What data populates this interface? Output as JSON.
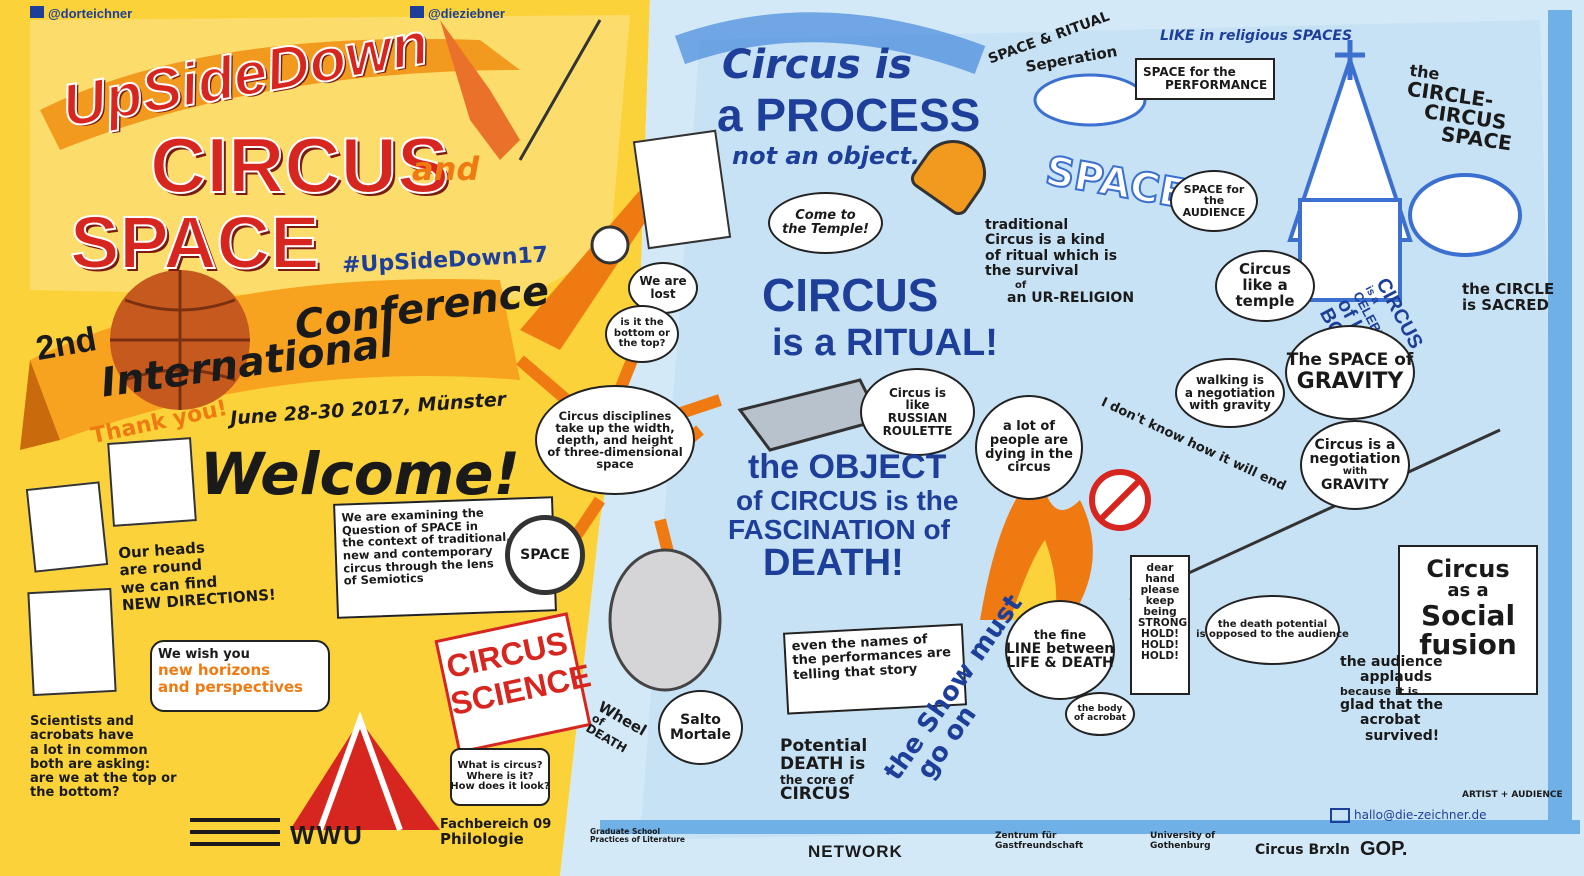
{
  "header": {
    "twitter_left": "@dorteichner",
    "twitter_right": "@dieziebner"
  },
  "title": {
    "line1": "UpSideDown",
    "line2": "CIRCUS",
    "and": "and",
    "line3": "SPACE",
    "hashtag": "#UpSideDown17",
    "edition": "2nd",
    "conf1": "International",
    "conf2": "Conference",
    "dates": "June 28-30 2017, Münster"
  },
  "welcome": {
    "thank_you": "Thank you!",
    "welcome": "Welcome!",
    "heads": [
      "Our heads",
      "are round",
      "we can find",
      "NEW DIRECTIONS!"
    ],
    "examining": [
      "We are examining the",
      "Question of SPACE in",
      "the context of traditional,",
      "new and contemporary",
      "circus through the lens",
      "of Semiotics"
    ],
    "horizons": [
      "We wish you",
      "new horizons",
      "and perspectives"
    ],
    "scientists": [
      "Scientists and",
      "acrobats have",
      "a lot in common",
      "both are asking:",
      "are we at the top or",
      "the bottom?"
    ],
    "circus_science": [
      "CIRCUS",
      "SCIENCE"
    ],
    "what_is": [
      "What is circus?",
      "Where is it?",
      "How does it look?"
    ]
  },
  "middle": {
    "we_are_lost": [
      "We are",
      "lost"
    ],
    "bottom_top": [
      "is it the",
      "bottom or",
      "the top?"
    ],
    "disciplines": [
      "Circus disciplines",
      "take up the width,",
      "depth, and height",
      "of three-dimensional",
      "space"
    ],
    "space_label": "SPACE",
    "wheel": [
      "Wheel",
      "of",
      "DEATH"
    ],
    "salto": [
      "Salto",
      "Mortale"
    ]
  },
  "process": {
    "l1": "Circus is",
    "l2": "a PROCESS",
    "l3": "not an object...",
    "temple": [
      "Come to",
      "the Temple!"
    ],
    "ritual1": "CIRCUS",
    "ritual2": "is a RITUAL!",
    "roulette": [
      "Circus is",
      "like",
      "RUSSIAN",
      "ROULETTE"
    ],
    "dying": [
      "a lot of",
      "people are",
      "dying in the",
      "circus"
    ],
    "object": [
      "the OBJECT",
      "of CIRCUS is the",
      "FASCINATION of",
      "DEATH!"
    ],
    "names": [
      "even the names of",
      "the performances are",
      "telling that story"
    ],
    "potential": [
      "Potential",
      "DEATH is",
      "the core of",
      "CIRCUS"
    ],
    "show": [
      "the Show must",
      "go on"
    ],
    "fine_line": [
      "the fine",
      "LINE between",
      "LIFE & DEATH"
    ],
    "dear_hand": [
      "dear",
      "hand",
      "please",
      "keep",
      "being",
      "STRONG",
      "HOLD!",
      "HOLD!",
      "HOLD!"
    ],
    "the_body": [
      "the body",
      "of acrobat"
    ]
  },
  "right": {
    "space_ritual": "SPACE & RITUAL",
    "separation": "Seperation",
    "religious": "LIKE in religious SPACES",
    "performance": [
      "SPACE for the",
      "PERFORMANCE"
    ],
    "space_big": "SPACE",
    "audience_space": [
      "SPACE for",
      "the",
      "AUDIENCE"
    ],
    "traditional": [
      "traditional",
      "Circus is a kind",
      "of ritual which is",
      "the survival",
      "of",
      "an UR-RELIGION"
    ],
    "temple_like": [
      "Circus",
      "like a",
      "temple"
    ],
    "circle": [
      "the",
      "CIRCLE-",
      "CIRCUS",
      "SPACE"
    ],
    "sacred": [
      "the CIRCLE",
      "is SACRED"
    ],
    "celebration": [
      "CIRCUS",
      "is a",
      "CELEBRATION",
      "of LIFE and",
      "BODY"
    ],
    "walking": [
      "walking is",
      "a negotiation",
      "with gravity"
    ],
    "gravity": [
      "The SPACE of",
      "GRAVITY"
    ],
    "dont_know": "I don't know how it will end",
    "negotiation": [
      "Circus is a",
      "negotiation",
      "with",
      "GRAVITY"
    ],
    "social": [
      "Circus",
      "as a",
      "Social",
      "fusion"
    ],
    "death_potential": [
      "the death potential",
      "is opposed to the audience"
    ],
    "applauds": [
      "the audience",
      "applauds",
      "because it is",
      "glad that the",
      "acrobat",
      "survived!"
    ],
    "artist_audience": "ARTIST + AUDIENCE",
    "email": "hallo@die-zeichner.de"
  },
  "footer": {
    "wwu": "WWU",
    "fachbereich": [
      "Fachbereich 09",
      "Philologie"
    ],
    "graduate": [
      "Graduate School",
      "Practices of Literature"
    ],
    "network": "NETWORK",
    "zentrum": [
      "Zentrum für",
      "Gastfreundschaft"
    ],
    "uni": [
      "University of",
      "Gothenburg"
    ],
    "circus_bruxelles": "Circus Brxln",
    "gop": "GOP."
  },
  "colors": {
    "yellow_bg": "#fbd23a",
    "blue_bg": "#cfe6f7",
    "orange": "#f07a12",
    "red": "#d7261f",
    "blue_text": "#1d3f9a"
  }
}
